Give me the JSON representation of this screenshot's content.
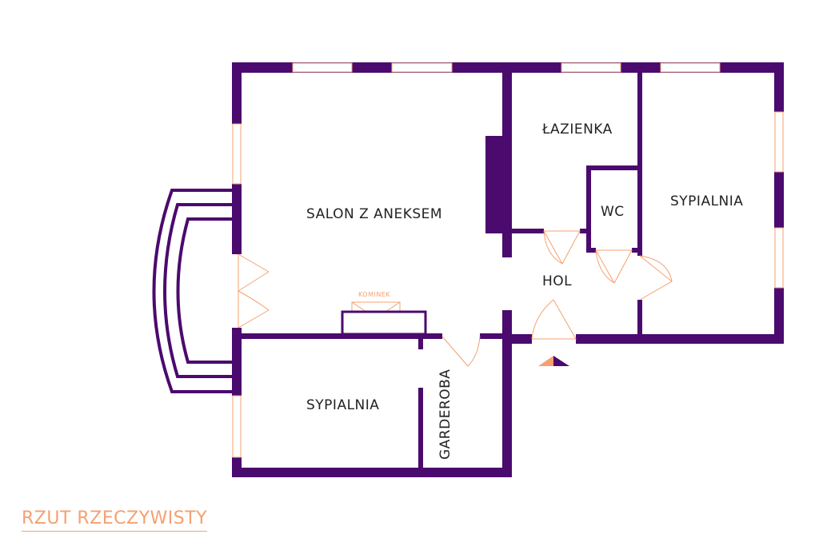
{
  "title": "RZUT RZECZYWISTY",
  "rooms": {
    "salon": "SALON Z ANEKSEM",
    "lazienka": "ŁAZIENKA",
    "wc": "WC",
    "sypialnia_right": "SYPIALNIA",
    "hol": "HOL",
    "sypialnia_left": "SYPIALNIA",
    "garderoba": "GARDEROBA"
  },
  "fixtures": {
    "kominek": "KOMINEK"
  },
  "colors": {
    "wall": "#4b0a6e",
    "accent": "#f5a070"
  }
}
